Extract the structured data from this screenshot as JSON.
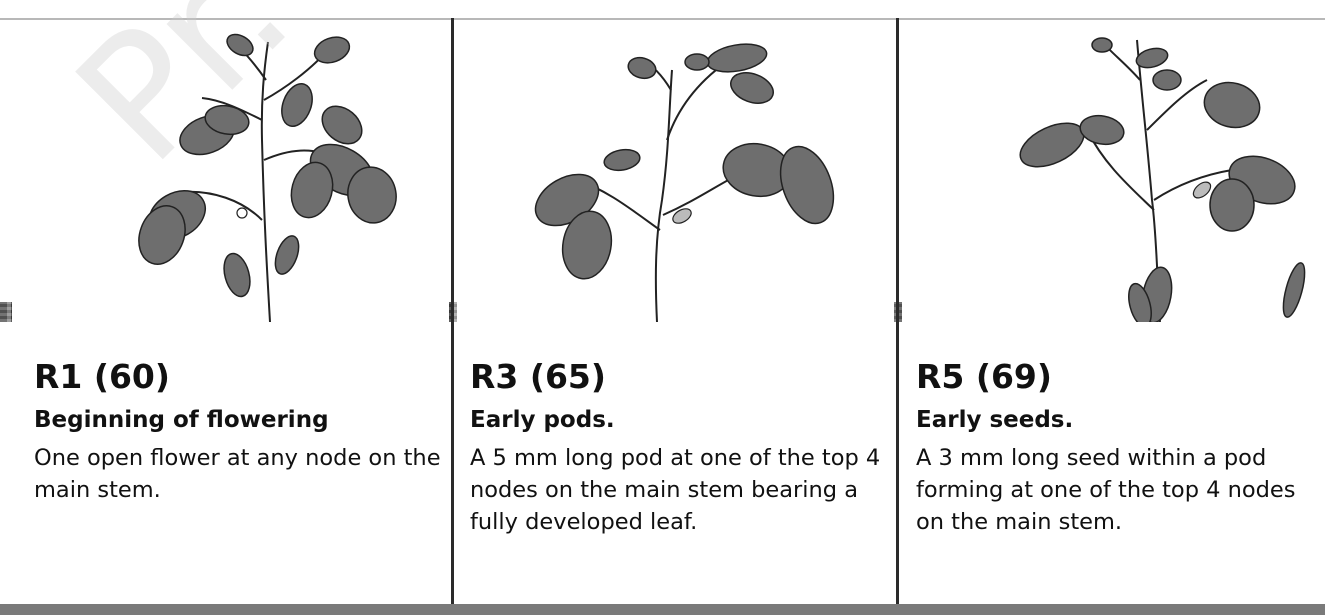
{
  "stages": [
    {
      "code": "R1 (60)",
      "title": "Beginning of flowering",
      "description": "One open flower at any node on the main stem.",
      "illustration": "soybean-plant-flowering"
    },
    {
      "code": "R3 (65)",
      "title": "Early pods.",
      "description": "A 5 mm long pod at one of the top 4 nodes on the main stem bearing a fully developed leaf.",
      "illustration": "soybean-plant-early-pods"
    },
    {
      "code": "R5 (69)",
      "title": "Early seeds.",
      "description": "A 3 mm long seed within a pod forming at one of the top 4 nodes on the main stem.",
      "illustration": "soybean-plant-early-seeds"
    }
  ],
  "watermark": "Pr. Vahl",
  "colors": {
    "ink": "#111111",
    "leaf": "#6e6e6e",
    "leaf_dark": "#3a3a3a",
    "divider": "#2a2a2a"
  }
}
